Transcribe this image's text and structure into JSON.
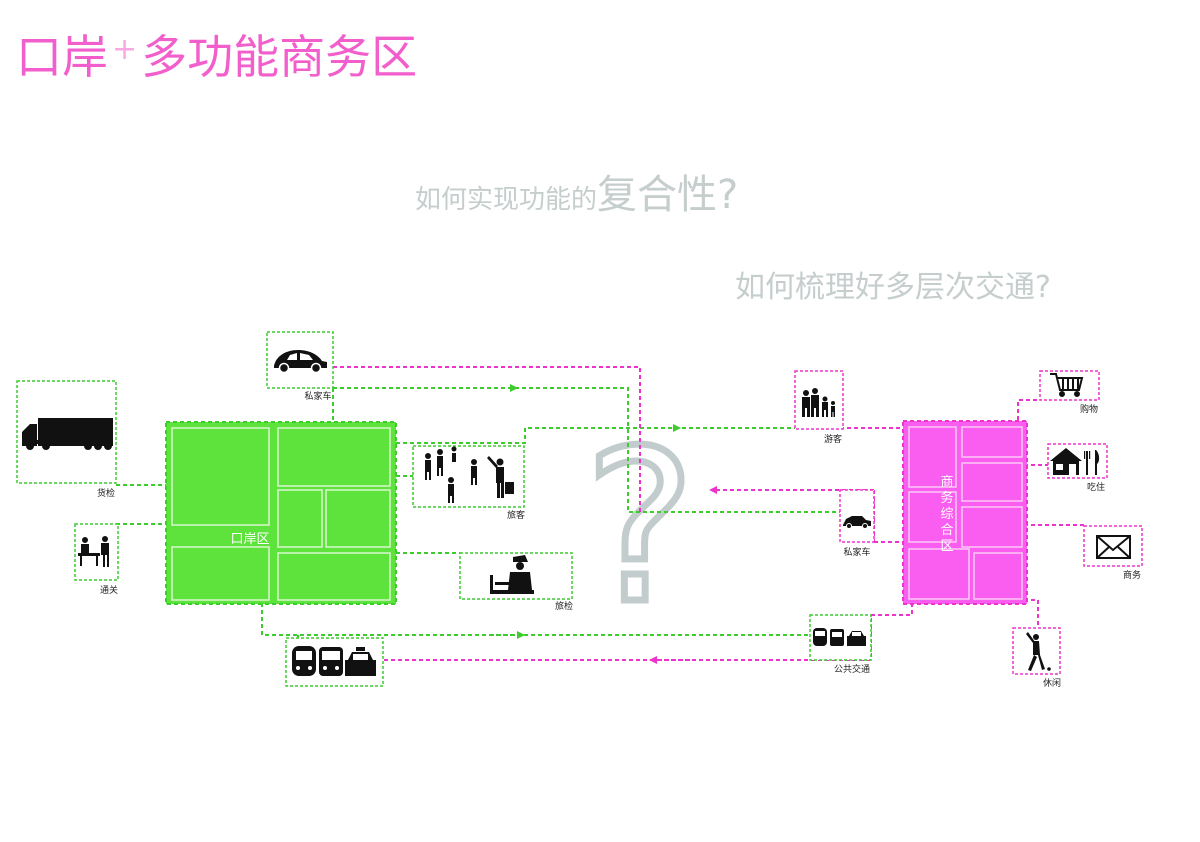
{
  "title": {
    "part1": "口岸",
    "plus": "+",
    "part2": "多功能商务区"
  },
  "questions": {
    "q1_small": "如何实现功能的",
    "q1_big": "复合性?",
    "q2": "如何梳理好多层次交通?"
  },
  "zones": {
    "port": "口岸区",
    "business_chars": [
      "商",
      "务",
      "综",
      "合",
      "区"
    ]
  },
  "question_mark": "?",
  "labels": {
    "private_car_top": "私家车",
    "cargo": "货检",
    "customs": "通关",
    "traveler": "旅客",
    "passenger_check": "旅检",
    "tourist": "游客",
    "private_car_right": "私家车",
    "public_transport": "公共交通",
    "shopping": "购物",
    "dining": "吃住",
    "business": "商务",
    "leisure": "休闲"
  },
  "colors": {
    "title": "#f25ecb",
    "green": "#5ee23c",
    "green_line": "#3ccc2e",
    "pink": "#f95ef0",
    "pink_line": "#ee33cc",
    "gray_text": "#c5cdcd",
    "icon": "#111111"
  },
  "icons": [
    "car-icon",
    "truck-icon",
    "customs-officers-icon",
    "travelers-icon",
    "inspection-officer-icon",
    "family-icon",
    "train-bus-taxi-icon",
    "shopping-cart-icon",
    "house-dining-icon",
    "envelope-icon",
    "golfer-icon"
  ]
}
